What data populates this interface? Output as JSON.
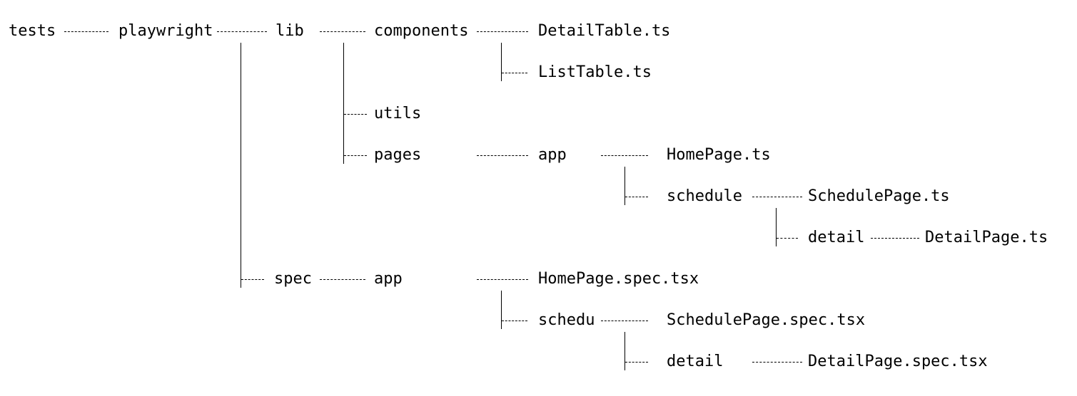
{
  "diagram": {
    "labels": {
      "tests": "tests",
      "playwright": "playwright",
      "lib": "lib",
      "components": "components",
      "detail_table": "DetailTable.ts",
      "list_table": "ListTable.ts",
      "utils": "utils",
      "pages": "pages",
      "pages_app": "app",
      "home_page": "HomePage.ts",
      "schedule": "schedule",
      "schedule_page": "SchedulePage.ts",
      "detail": "detail",
      "detail_page": "DetailPage.ts",
      "spec": "spec",
      "spec_app": "app",
      "home_page_spec": "HomePage.spec.tsx",
      "schedu": "schedu",
      "schedule_page_spec": "SchedulePage.spec.tsx",
      "spec_detail": "detail",
      "detail_page_spec": "DetailPage.spec.tsx"
    }
  }
}
